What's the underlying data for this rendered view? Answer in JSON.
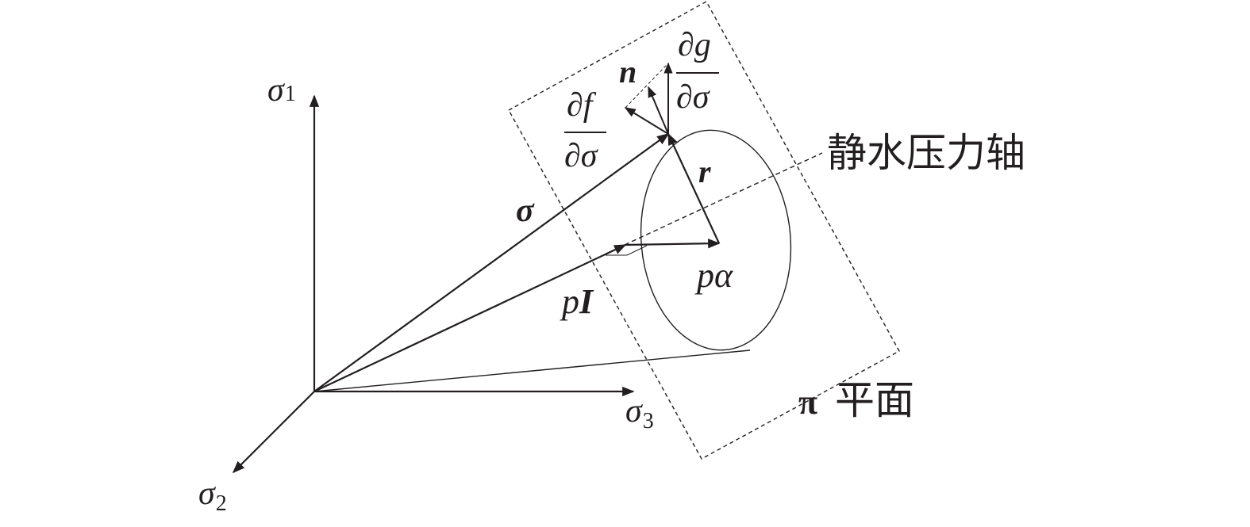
{
  "axes": {
    "sigma1": {
      "symbol": "σ",
      "subscript": "1"
    },
    "sigma2": {
      "symbol": "σ",
      "subscript": "2"
    },
    "sigma3": {
      "symbol": "σ",
      "subscript": "3"
    }
  },
  "vectors": {
    "stress": "σ",
    "deviatoric": "r",
    "normal": "n",
    "hydrostatic": {
      "scalar": "p",
      "tensor": "I"
    },
    "alpha": {
      "scalar": "p",
      "symbol": "α"
    }
  },
  "derivatives": {
    "df": {
      "numerator": "∂f",
      "denominator": "∂σ"
    },
    "dg": {
      "numerator": "∂g",
      "denominator": "∂σ"
    }
  },
  "labels": {
    "hydrostatic_axis": "静水压力轴",
    "pi_plane": {
      "symbol": "π",
      "text": "平面"
    }
  },
  "colors": {
    "ink": "#231f20",
    "background": "#ffffff"
  }
}
